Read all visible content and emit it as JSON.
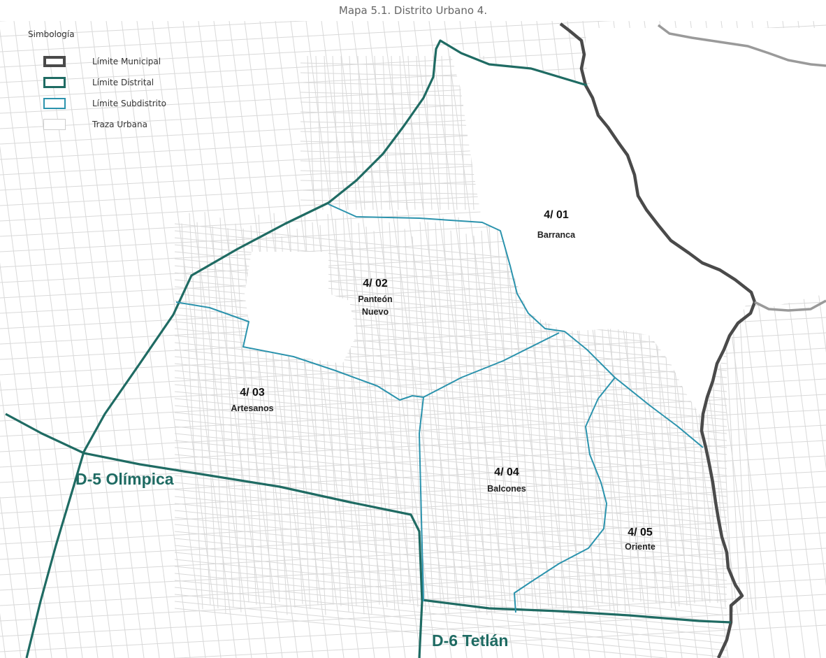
{
  "title": "Mapa 5.1. Distrito Urbano 4.",
  "legend": {
    "title": "Simbología",
    "items": [
      {
        "label": "Límite Municipal",
        "color": "#4a4a4a",
        "style": "thick"
      },
      {
        "label": "Límite Distrital",
        "color": "#1f6b63",
        "style": "medium"
      },
      {
        "label": "Límite Subdistrito",
        "color": "#2b93ad",
        "style": "thin"
      },
      {
        "label": "Traza Urbana",
        "color": "#cccccc",
        "style": "hairline"
      }
    ]
  },
  "subdistricts": [
    {
      "code": "4/ 01",
      "name": "Barranca"
    },
    {
      "code": "4/ 02",
      "name": "Panteón",
      "name2": "Nuevo"
    },
    {
      "code": "4/ 03",
      "name": "Artesanos"
    },
    {
      "code": "4/ 04",
      "name": "Balcones"
    },
    {
      "code": "4/ 05",
      "name": "Oriente"
    }
  ],
  "districts": [
    {
      "label": "D-5 Olímpica"
    },
    {
      "label": "D-6 Tetlán"
    }
  ],
  "colors": {
    "municipal": "#4a4a4a",
    "distrital": "#1f6b63",
    "subdistrito": "#2b93ad",
    "traza": "#d9d9d9"
  }
}
